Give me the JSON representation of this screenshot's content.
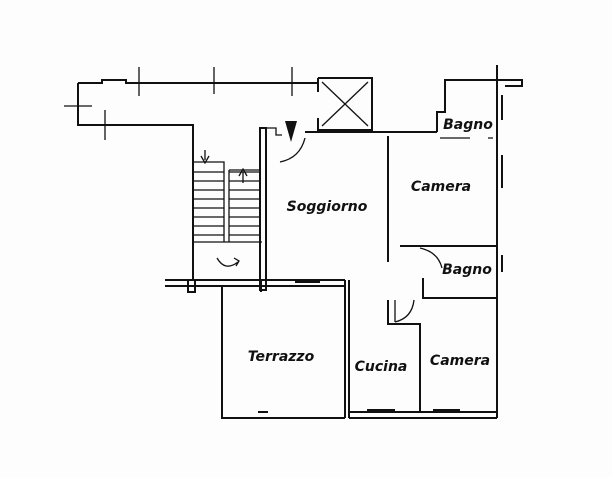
{
  "rooms": {
    "bagno_top": "Bagno",
    "camera_top": "Camera",
    "soggiorno": "Soggiorno",
    "bagno_mid": "Bagno",
    "terrazzo": "Terrazzo",
    "cucina": "Cucina",
    "camera_bottom": "Camera"
  },
  "colors": {
    "ink": "#111111",
    "paper": "#fdfdfd"
  }
}
